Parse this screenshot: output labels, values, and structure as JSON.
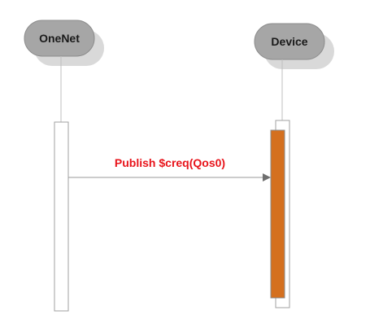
{
  "diagram": {
    "type": "sequence",
    "actors": [
      {
        "id": "onenet",
        "label": "OneNet"
      },
      {
        "id": "device",
        "label": "Device"
      }
    ],
    "messages": [
      {
        "from": "onenet",
        "to": "device",
        "label": "Publish $creq(Qos0)"
      }
    ]
  },
  "colors": {
    "actor_fill": "#a6a6a6",
    "actor_shadow": "#d9d9d9",
    "lifeline": "#bfbfbf",
    "activation_bar_border": "#a0a0a0",
    "device_activation_fill": "#d4701f",
    "message_arrow": "#9a9a9a",
    "message_label": "#e8141b"
  }
}
